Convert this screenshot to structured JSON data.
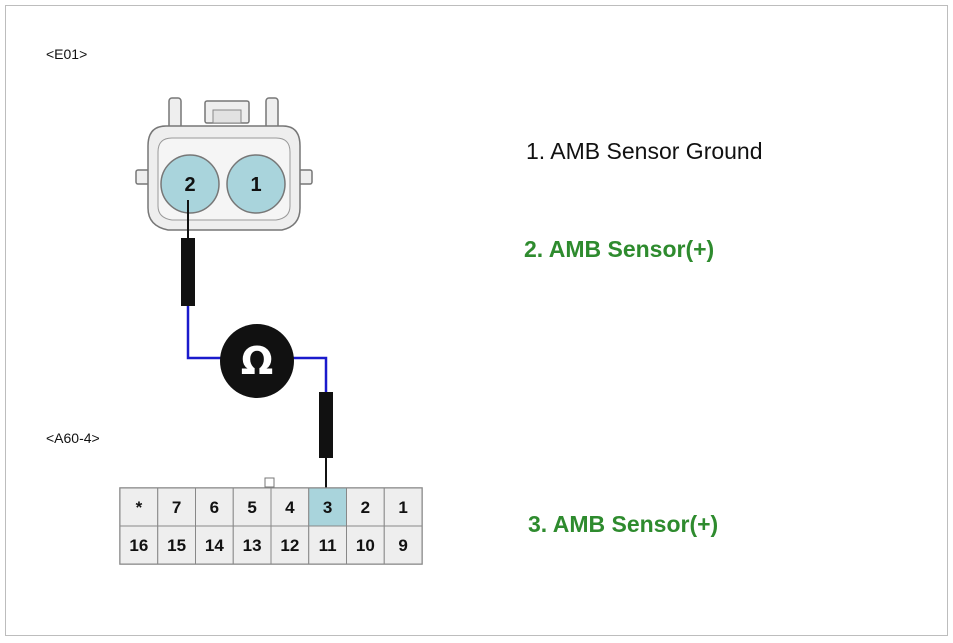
{
  "e01_label": "<E01>",
  "a60_label": "<A60-4>",
  "e01_pins": [
    "2",
    "1"
  ],
  "meter_symbol": "Ω",
  "a60_top_row": [
    "*",
    "7",
    "6",
    "5",
    "4",
    "3",
    "2",
    "1"
  ],
  "a60_bottom_row": [
    "16",
    "15",
    "14",
    "13",
    "12",
    "11",
    "10",
    "9"
  ],
  "highlighted_pin": "3",
  "legend": {
    "item1": "1. AMB Sensor Ground",
    "item2": "2. AMB Sensor(+)",
    "item3": "3. AMB Sensor(+)"
  },
  "colors": {
    "pin_fill": "#a9d4dc",
    "highlight_fill": "#a9d4dc",
    "connector_fill": "#eeeeee",
    "wire_blue": "#1a1acc",
    "probe_black": "#111111",
    "legend_green": "#2e8b2e"
  }
}
